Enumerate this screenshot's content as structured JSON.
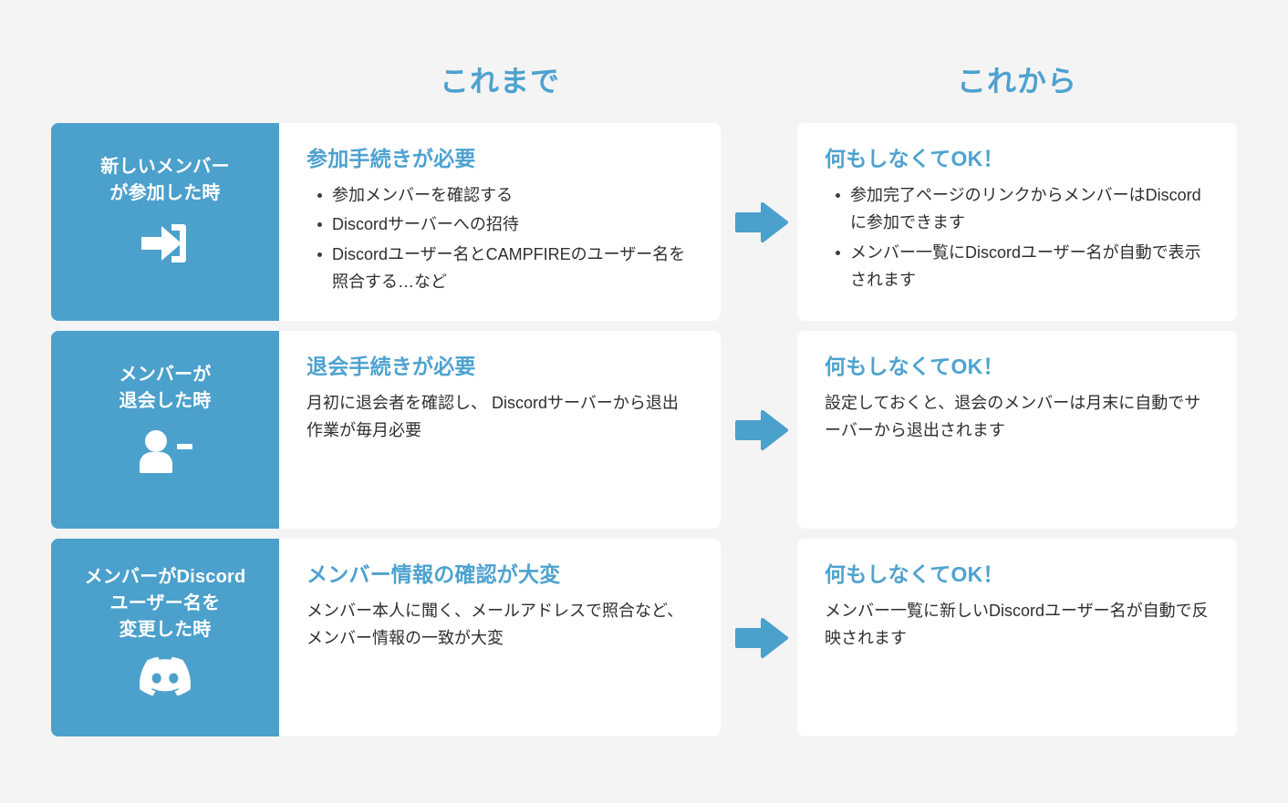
{
  "theme": {
    "background": "#f4f4f4",
    "accent_blue": "#4ba0cc",
    "heading_blue": "#4ea2cf",
    "card_background": "#ffffff",
    "body_text": "#2f2f2f"
  },
  "columns": {
    "before_label": "これまで",
    "after_label": "これから"
  },
  "rows": [
    {
      "label": "新しいメンバー\nが参加した時",
      "icon": "sign-in-icon",
      "before": {
        "title": "参加手続きが必要",
        "list": [
          "参加メンバーを確認する",
          "Discordサーバーへの招待",
          "Discordユーザー名とCAMPFIREのユーザー名を照合する…など"
        ]
      },
      "after": {
        "title": "何もしなくてOK！",
        "list": [
          "参加完了ページのリンクからメンバーはDiscordに参加できます",
          "メンバー一覧にDiscordユーザー名が自動で表示されます"
        ]
      },
      "arrow": "right-arrow-icon"
    },
    {
      "label": "メンバーが\n退会した時",
      "icon": "user-minus-icon",
      "before": {
        "title": "退会手続きが必要",
        "text": "月初に退会者を確認し、 Discordサーバーから退出作業が毎月必要"
      },
      "after": {
        "title": "何もしなくてOK！",
        "text": "設定しておくと、退会のメンバーは月末に自動でサーバーから退出されます"
      },
      "arrow": "right-arrow-icon"
    },
    {
      "label": "メンバーがDiscord\nユーザー名を\n変更した時",
      "icon": "discord-logo-icon",
      "before": {
        "title": "メンバー情報の確認が大変",
        "text": "メンバー本人に聞く、メールアドレスで照合など、メンバー情報の一致が大変"
      },
      "after": {
        "title": "何もしなくてOK！",
        "text": "メンバー一覧に新しいDiscordユーザー名が自動で反映されます"
      },
      "arrow": "right-arrow-icon"
    }
  ]
}
